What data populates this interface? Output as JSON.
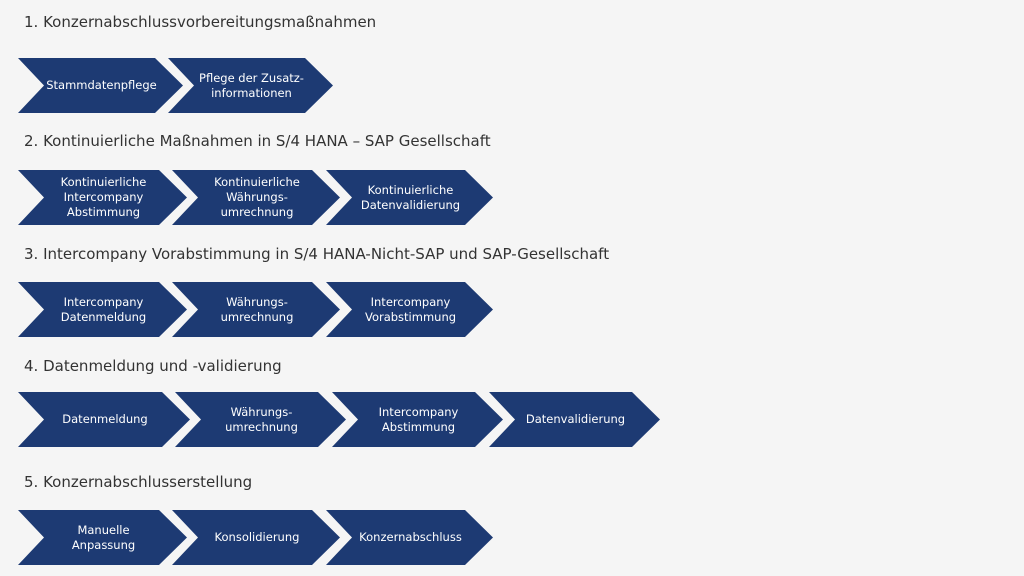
{
  "colors": {
    "chevron": "#1d3a73",
    "background": "#f5f5f5",
    "text": "#333333"
  },
  "sections": [
    {
      "title": "1. Konzernabschlussvorbereitungsmaßnahmen",
      "steps": [
        "Stammdatenpflege",
        "Pflege der Zusatz-\ninformationen"
      ]
    },
    {
      "title": "2. Kontinuierliche Maßnahmen in S/4 HANA – SAP Gesellschaft",
      "steps": [
        "Kontinuierliche\nIntercompany\nAbstimmung",
        "Kontinuierliche\nWährungs-\numrechnung",
        "Kontinuierliche\nDatenvalidierung"
      ]
    },
    {
      "title": "3. Intercompany Vorabstimmung in S/4 HANA-Nicht-SAP und SAP-Gesellschaft",
      "steps": [
        "Intercompany\nDatenmeldung",
        "Währungs-\numrechnung",
        "Intercompany\nVorabstimmung"
      ]
    },
    {
      "title": "4. Datenmeldung und -validierung",
      "steps": [
        "Datenmeldung",
        "Währungs-\numrechnung",
        "Intercompany\nAbstimmung",
        "Datenvalidierung"
      ]
    },
    {
      "title": "5. Konzernabschlusserstellung",
      "steps": [
        "Manuelle\nAnpassung",
        "Konsolidierung",
        "Konzernabschluss"
      ]
    }
  ]
}
